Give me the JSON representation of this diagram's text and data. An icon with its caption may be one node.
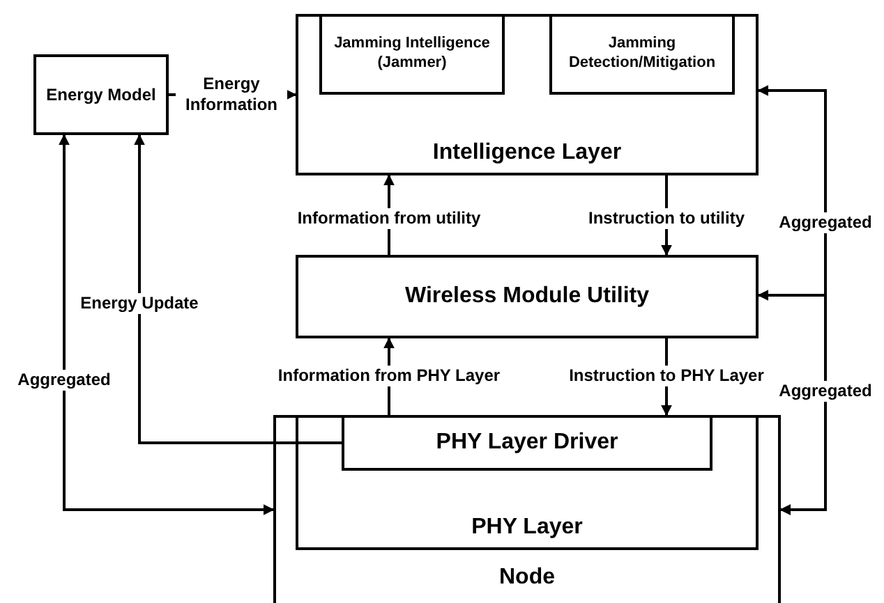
{
  "diagram": {
    "nodes": [
      {
        "text": [
          "Energy Model"
        ]
      },
      {
        "text": [
          "Intelligence Layer"
        ]
      },
      {
        "text": [
          "Jamming Intelligence (Jammer)"
        ],
        "in": 1
      },
      {
        "text": [
          "Jamming Detection/Mitigation"
        ],
        "in": 1
      },
      {
        "text": [
          "Wireless Module Utility"
        ]
      },
      {
        "text": [
          "Node"
        ]
      },
      {
        "text": [
          "PHY Layer"
        ],
        "in": 5
      },
      {
        "text": [
          "PHY Layer Driver"
        ],
        "in": 6
      }
    ],
    "edges": [
      {
        "from": 0,
        "to": 1,
        "arrow": "to",
        "label": "Energy Information"
      },
      {
        "from": 4,
        "to": 1,
        "arrow": "to",
        "label": "Information from utility"
      },
      {
        "from": 1,
        "to": 4,
        "arrow": "to",
        "label": "Instruction to utility"
      },
      {
        "from": 7,
        "to": 4,
        "arrow": "to",
        "label": "Information from PHY Layer"
      },
      {
        "from": 4,
        "to": 7,
        "arrow": "to",
        "label": "Instruction to PHY Layer"
      },
      {
        "from": 7,
        "to": 0,
        "arrow": "to",
        "label": "Energy Update"
      },
      {
        "from": 0,
        "to": 5,
        "arrow": "both",
        "label": "Aggregated"
      },
      {
        "from": 5,
        "to": 1,
        "arrow": "both",
        "label": "Aggregated"
      },
      {
        "from": 5,
        "to": 4,
        "arrow": "both",
        "label": "Aggregated"
      }
    ]
  }
}
